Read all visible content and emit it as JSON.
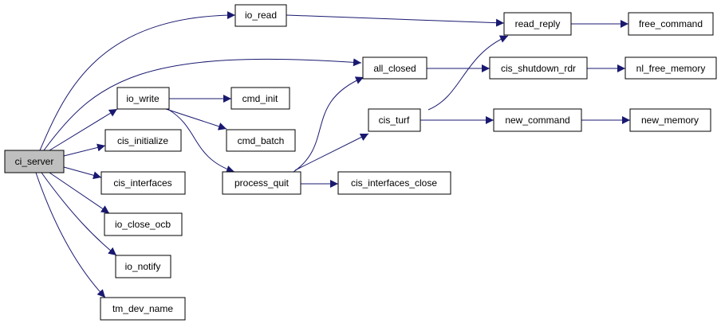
{
  "graph": {
    "edge_color": "#191970",
    "root_fill": "#bfbfbf",
    "node_fill": "#ffffff",
    "nodes": {
      "ci_server": "ci_server",
      "io_read": "io_read",
      "all_closed": "all_closed",
      "io_write": "io_write",
      "cis_initialize": "cis_initialize",
      "cis_interfaces": "cis_interfaces",
      "io_close_ocb": "io_close_ocb",
      "io_notify": "io_notify",
      "tm_dev_name": "tm_dev_name",
      "read_reply": "read_reply",
      "free_command": "free_command",
      "cis_shutdown_rdr": "cis_shutdown_rdr",
      "nl_free_memory": "nl_free_memory",
      "cmd_init": "cmd_init",
      "cmd_batch": "cmd_batch",
      "process_quit": "process_quit",
      "cis_turf": "cis_turf",
      "new_command": "new_command",
      "new_memory": "new_memory",
      "cis_interfaces_close": "cis_interfaces_close"
    },
    "edges": [
      [
        "ci_server",
        "io_read"
      ],
      [
        "ci_server",
        "all_closed"
      ],
      [
        "ci_server",
        "io_write"
      ],
      [
        "ci_server",
        "cis_initialize"
      ],
      [
        "ci_server",
        "cis_interfaces"
      ],
      [
        "ci_server",
        "io_close_ocb"
      ],
      [
        "ci_server",
        "io_notify"
      ],
      [
        "ci_server",
        "tm_dev_name"
      ],
      [
        "io_read",
        "read_reply"
      ],
      [
        "read_reply",
        "free_command"
      ],
      [
        "all_closed",
        "cis_shutdown_rdr"
      ],
      [
        "cis_shutdown_rdr",
        "nl_free_memory"
      ],
      [
        "io_write",
        "cmd_init"
      ],
      [
        "io_write",
        "cmd_batch"
      ],
      [
        "io_write",
        "process_quit"
      ],
      [
        "process_quit",
        "all_closed"
      ],
      [
        "process_quit",
        "cis_turf"
      ],
      [
        "process_quit",
        "cis_interfaces_close"
      ],
      [
        "cis_turf",
        "read_reply"
      ],
      [
        "cis_turf",
        "new_command"
      ],
      [
        "new_command",
        "new_memory"
      ]
    ]
  }
}
